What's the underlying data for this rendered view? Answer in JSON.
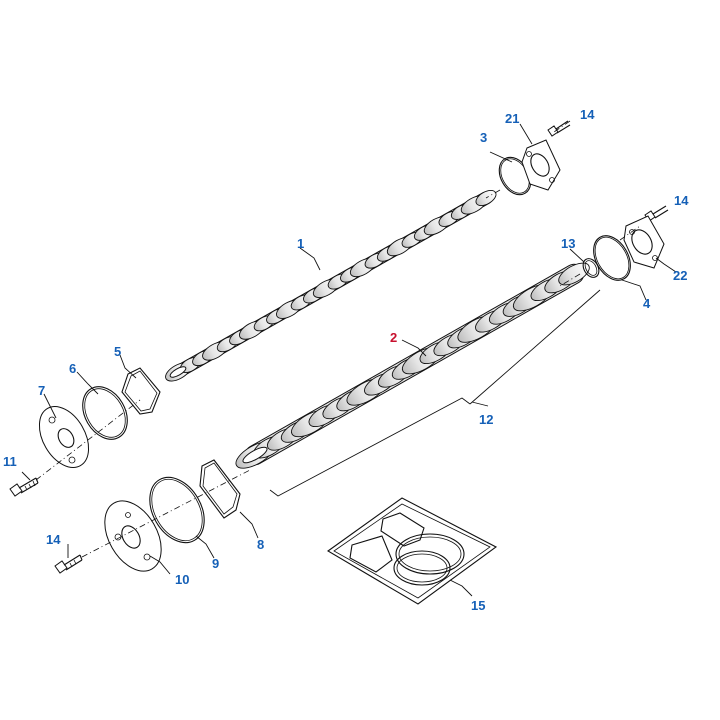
{
  "colors": {
    "callout_blue": "#1560b7",
    "callout_red": "#c8102e",
    "line": "#111111",
    "part_fill": "#ffffff",
    "part_shade": "#d9d9d9"
  },
  "callouts": {
    "c1": "1",
    "c2": "2",
    "c3": "3",
    "c4": "4",
    "c5": "5",
    "c6": "6",
    "c7": "7",
    "c8": "8",
    "c9": "9",
    "c10": "10",
    "c11": "11",
    "c12": "12",
    "c13": "13",
    "c14a": "14",
    "c14b": "14",
    "c14c": "14",
    "c15": "15",
    "c21": "21",
    "c22": "22"
  }
}
